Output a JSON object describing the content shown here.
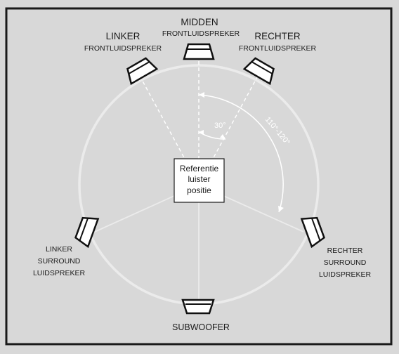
{
  "colors": {
    "panel": "#d8d8d8",
    "frame": "#1a1a1a",
    "circle": "#ebebeb",
    "speaker_fill": "#ffffff",
    "speaker_stroke": "#111111"
  },
  "speakers": {
    "center": {
      "line1": "MIDDEN",
      "line2": "FRONTLUIDSPREKER"
    },
    "left_front": {
      "line1": "LINKER",
      "line2": "FRONTLUIDSPREKER"
    },
    "right_front": {
      "line1": "RECHTER",
      "line2": "FRONTLUIDSPREKER"
    },
    "left_surround": {
      "line1": "LINKER",
      "line2": "SURROUND",
      "line3": "LUIDSPREKER"
    },
    "right_surround": {
      "line1": "RECHTER",
      "line2": "SURROUND",
      "line3": "LUIDSPREKER"
    },
    "subwoofer": {
      "line1": "SUBWOOFER"
    }
  },
  "reference": {
    "line1": "Referentie",
    "line2": "luister",
    "line3": "positie"
  },
  "angles": {
    "front": "30°",
    "surround": "110°-120°"
  }
}
